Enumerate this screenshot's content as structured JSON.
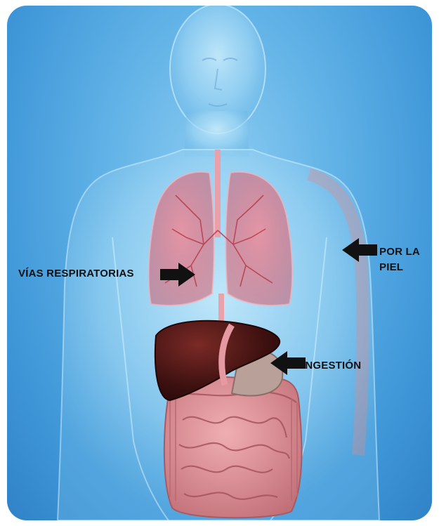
{
  "labels": {
    "respiratory": "VÍAS RESPIRATORIAS",
    "skin_line1": "POR LA",
    "skin_line2": "PIEL",
    "ingestion": "INGESTIÓN"
  },
  "colors": {
    "background": "#4ea6e0",
    "body": "#a9dcf7",
    "lungs": "#e06a78",
    "liver": "#4a1614",
    "intestines": "#d98d94",
    "arrow": "#111111"
  }
}
